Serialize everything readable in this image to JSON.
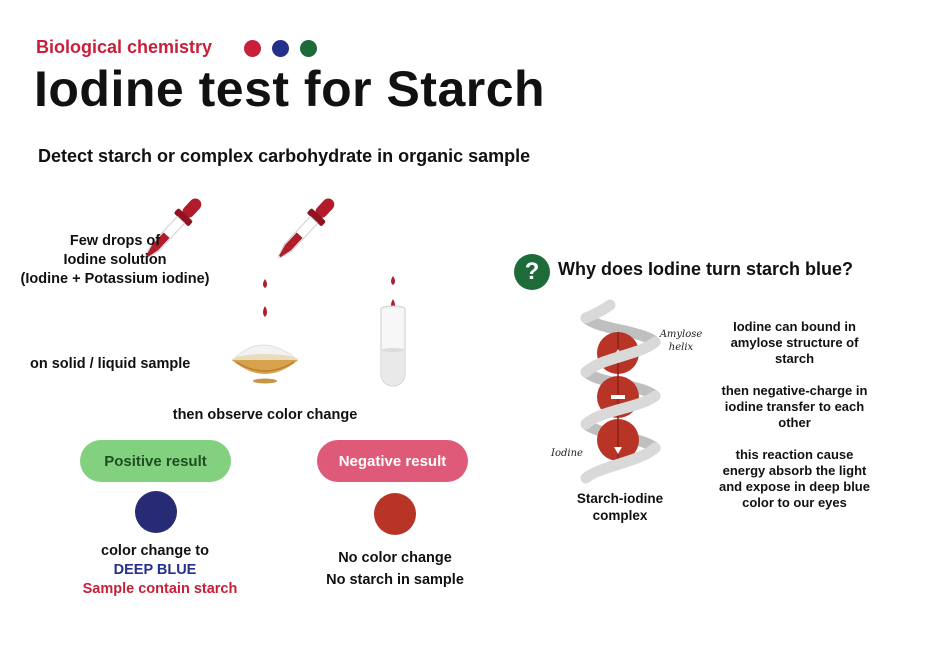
{
  "header": {
    "category": "Biological chemistry",
    "title": "Iodine test for Starch",
    "subtitle": "Detect starch or complex carbohydrate in organic sample"
  },
  "colors": {
    "red": "#c8203a",
    "blue": "#24318a",
    "green": "#1e6b3a",
    "positive_pill": "#82d17e",
    "negative_pill": "#de5a78",
    "deep_blue": "#262b73",
    "brown_red": "#b83427",
    "dropper_red": "#b01c2a"
  },
  "procedure": {
    "drops_label": "Few drops of\nIodine solution\n(Iodine + Potassium iodine)",
    "sample_label": "on solid / liquid sample",
    "observe_label": "then observe color change"
  },
  "positive": {
    "label": "Positive result",
    "line1": "color change to",
    "line2": "DEEP BLUE",
    "line3": "Sample contain starch"
  },
  "negative": {
    "label": "Negative result",
    "line1": "No color change",
    "line2": "No starch in sample"
  },
  "explanation": {
    "icon": "question-mark-icon",
    "question_mark": "?",
    "heading": "Why does Iodine turn starch blue?",
    "amylose_label": "Amylose\nhelix",
    "iodine_label": "Iodine",
    "complex_label": "Starch-iodine\ncomplex",
    "step1": "Iodine can bound in\namylose structure of\nstarch",
    "step2": "then negative-charge in\niodine transfer to each\nother",
    "step3": "this reaction cause\nenergy absorb the light\nand expose in deep blue\ncolor to our eyes"
  }
}
